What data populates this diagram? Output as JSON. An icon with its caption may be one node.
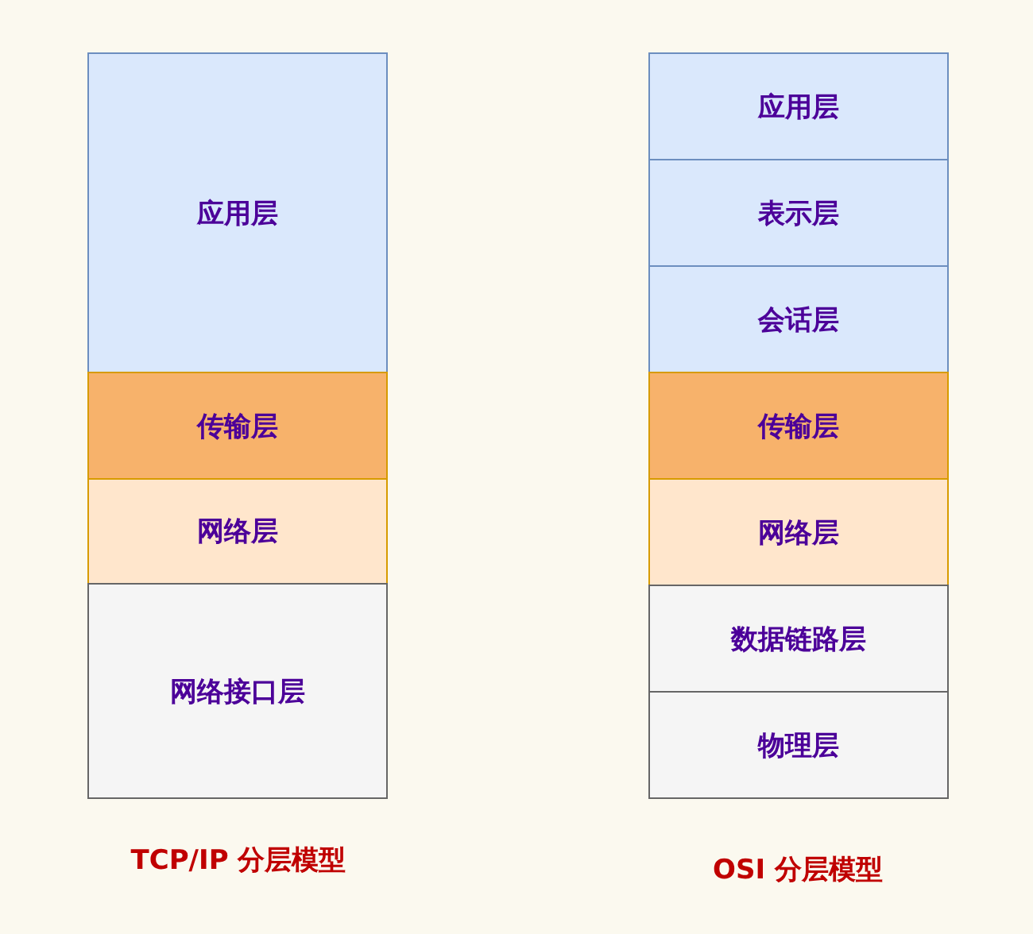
{
  "diagram": {
    "nodes": [
      {
        "text": [
          "应用层"
        ]
      },
      {
        "text": [
          "传输层"
        ]
      },
      {
        "text": [
          "网络层"
        ]
      },
      {
        "text": [
          "网络接口层"
        ]
      },
      {
        "text": [
          "应用层"
        ]
      },
      {
        "text": [
          "表示层"
        ]
      },
      {
        "text": [
          "会话层"
        ]
      },
      {
        "text": [
          "传输层"
        ]
      },
      {
        "text": [
          "网络层"
        ]
      },
      {
        "text": [
          "数据链路层"
        ]
      },
      {
        "text": [
          "物理层"
        ]
      }
    ],
    "labels": [
      "TCP/IP 分层模型",
      "OSI 分层模型"
    ]
  }
}
